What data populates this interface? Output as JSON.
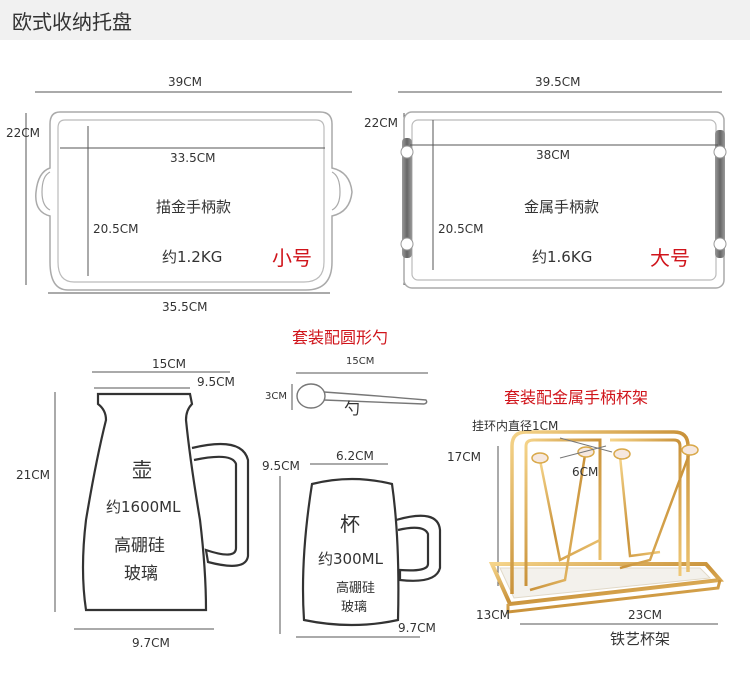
{
  "header": {
    "title": "欧式收纳托盘"
  },
  "small_tray": {
    "outer_width": "39CM",
    "height": "22CM",
    "inner_width": "33.5CM",
    "inner_depth": "20.5CM",
    "name": "描金手柄款",
    "weight": "约1.2KG",
    "size_tag": "小号",
    "base_width": "35.5CM"
  },
  "large_tray": {
    "outer_width": "39.5CM",
    "height": "22CM",
    "inner_width": "38CM",
    "inner_depth": "20.5CM",
    "name": "金属手柄款",
    "weight": "约1.6KG",
    "size_tag": "大号"
  },
  "spoon": {
    "caption": "套装配圆形勺",
    "length": "15CM",
    "head": "3CM",
    "name": "勺"
  },
  "pitcher": {
    "lid_width": "15CM",
    "mouth": "9.5CM",
    "height": "21CM",
    "name": "壶",
    "volume": "约1600ML",
    "material_line1": "高硼硅",
    "material_line2": "玻璃",
    "base": "9.7CM"
  },
  "cup": {
    "height": "9.5CM",
    "mouth": "6.2CM",
    "name": "杯",
    "volume": "约300ML",
    "material_line1": "高硼硅",
    "material_line2": "玻璃",
    "width": "9.7CM"
  },
  "rack": {
    "caption": "套装配金属手柄杯架",
    "hook_note": "挂环内直径1CM",
    "height": "17CM",
    "hook_spacing": "6CM",
    "depth": "13CM",
    "length": "23CM",
    "name": "铁艺杯架"
  },
  "colors": {
    "red": "#d0141b",
    "gold": "#d9a94a",
    "line": "#555555"
  }
}
